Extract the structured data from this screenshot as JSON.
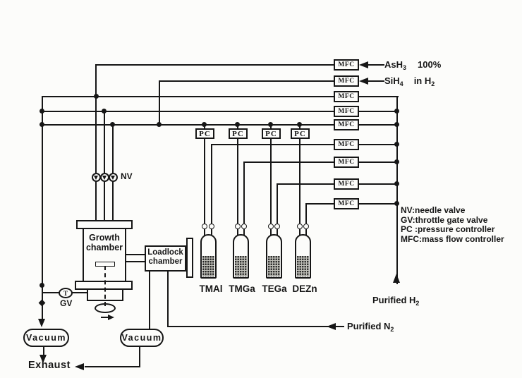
{
  "figure": {
    "mfc_label": "MFC",
    "pc_label": "PC",
    "nv_label": "NV",
    "gv_label": "GV",
    "gv_symbol": "T",
    "growth_chamber_line1": "Growth",
    "growth_chamber_line2": "chamber",
    "loadlock_line1": "Loadlock",
    "loadlock_line2": "chamber",
    "vacuum_label": "Vacuum",
    "exhaust_label": "Exhaust"
  },
  "sources": {
    "ash3_base": "AsH",
    "ash3_sub": "3",
    "ash3_note": "100%",
    "sih4_base": "SiH",
    "sih4_sub": "4",
    "sih4_note_base": "in H",
    "sih4_note_sub": "2",
    "h2_base": "Purified H",
    "h2_sub": "2",
    "n2_base": "Purified N",
    "n2_sub": "2"
  },
  "bubblers": [
    "TMAl",
    "TMGa",
    "TEGa",
    "DEZn"
  ],
  "legend": [
    "NV:needle valve",
    "GV:throttle gate valve",
    "PC :pressure controller",
    "MFC:mass flow controller"
  ]
}
